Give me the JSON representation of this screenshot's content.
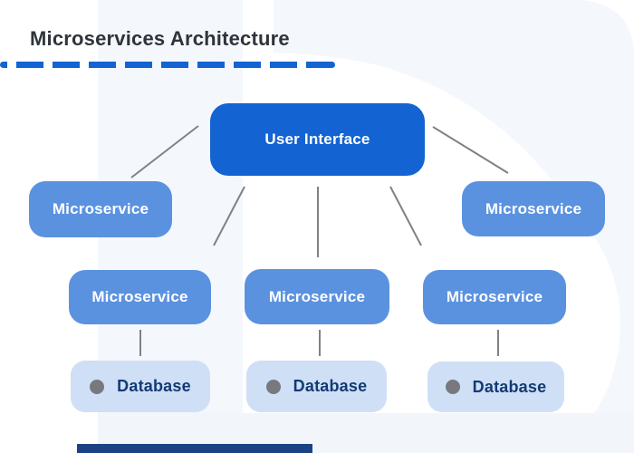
{
  "title": "Microservices Architecture",
  "colors": {
    "primary_blue": "#1363d2",
    "service_blue": "#5b92e0",
    "database_bg": "#cfe0f6",
    "database_text": "#143a75",
    "connector_gray": "#7f8184",
    "dot_gray": "#77797f",
    "accent_bar_navy": "#1b4384",
    "background_tint": "#f4f8fd",
    "title_text": "#2f343b"
  },
  "diagram": {
    "root": {
      "label": "User Interface"
    },
    "services": [
      {
        "label": "Microservice"
      },
      {
        "label": "Microservice"
      },
      {
        "label": "Microservice"
      },
      {
        "label": "Microservice"
      },
      {
        "label": "Microservice"
      }
    ],
    "databases": [
      {
        "label": "Database"
      },
      {
        "label": "Database"
      },
      {
        "label": "Database"
      }
    ]
  }
}
